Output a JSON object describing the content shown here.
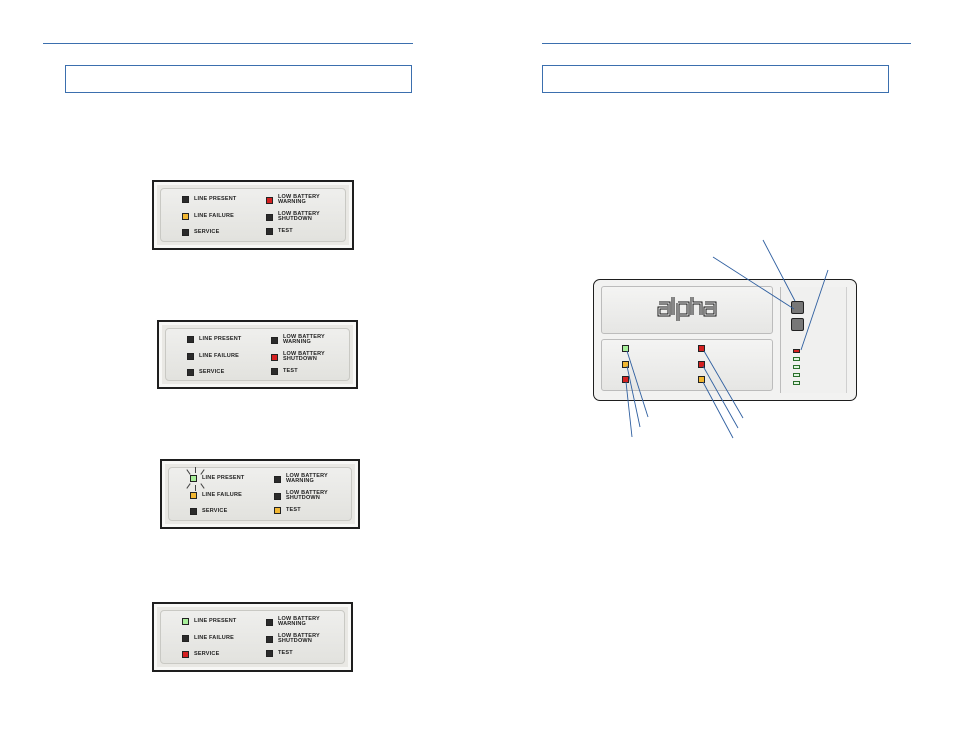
{
  "colors": {
    "rule": "#3b6fae",
    "led_off": "#2b2b2b",
    "led_red": "#d42020",
    "led_amber": "#f2b732",
    "led_green": "#a8ef9a"
  },
  "indicator_labels": {
    "line_present": "LINE PRESENT",
    "line_failure": "LINE FAILURE",
    "service": "SERVICE",
    "low_battery_warning": "LOW BATTERY\nWARNING",
    "low_battery_shutdown": "LOW BATTERY\nSHUTDOWN",
    "test": "TEST"
  },
  "panels": [
    {
      "id": "panel-1",
      "states": {
        "line_present": "off",
        "line_failure": "amber",
        "service": "off",
        "low_battery_warning": "red",
        "low_battery_shutdown": "off",
        "test": "off"
      },
      "flashing": null
    },
    {
      "id": "panel-2",
      "states": {
        "line_present": "off",
        "line_failure": "off",
        "service": "off",
        "low_battery_warning": "off",
        "low_battery_shutdown": "red",
        "test": "off"
      },
      "flashing": null
    },
    {
      "id": "panel-3",
      "states": {
        "line_present": "green",
        "line_failure": "amber",
        "service": "off",
        "low_battery_warning": "off",
        "low_battery_shutdown": "off",
        "test": "amber"
      },
      "flashing": "line_present"
    },
    {
      "id": "panel-4",
      "states": {
        "line_present": "green",
        "line_failure": "off",
        "service": "red",
        "low_battery_warning": "off",
        "low_battery_shutdown": "off",
        "test": "off"
      },
      "flashing": null
    }
  ],
  "front_panel": {
    "logo": "alpha",
    "left_leds": [
      "green",
      "amber",
      "red"
    ],
    "right_leds": [
      "red",
      "red",
      "amber"
    ],
    "bargraph_top": "red",
    "bargraph_rest": [
      "green",
      "green",
      "green",
      "green"
    ]
  }
}
